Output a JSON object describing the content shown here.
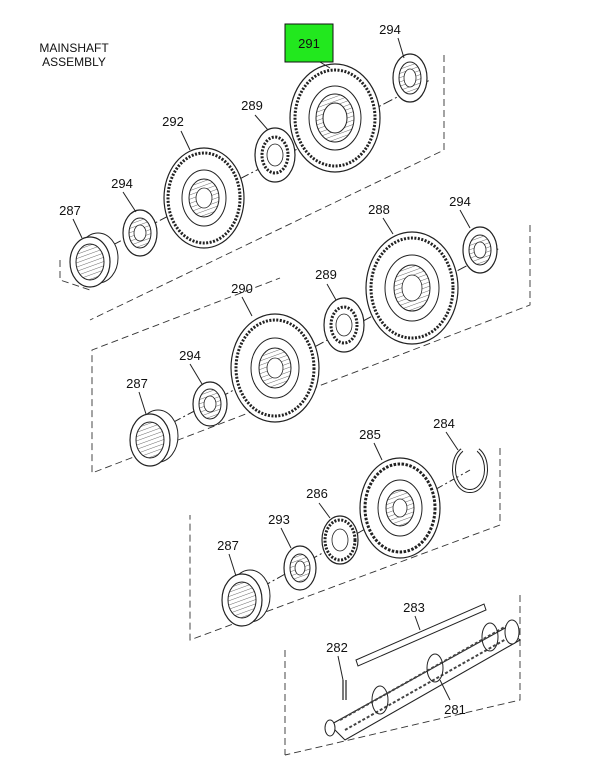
{
  "title": {
    "line1": "MAINSHAFT",
    "line2": "ASSEMBLY"
  },
  "highlight": {
    "part": "291",
    "color": "#22e81e"
  },
  "callouts": {
    "c291": "291",
    "c294a": "294",
    "c289a": "289",
    "c292": "292",
    "c294b": "294",
    "c287a": "287",
    "c288": "288",
    "c294c": "294",
    "c289b": "289",
    "c290": "290",
    "c294d": "294",
    "c287b": "287",
    "c285": "285",
    "c284": "284",
    "c286": "286",
    "c293": "293",
    "c287c": "287",
    "c283": "283",
    "c282": "282",
    "c281": "281"
  }
}
